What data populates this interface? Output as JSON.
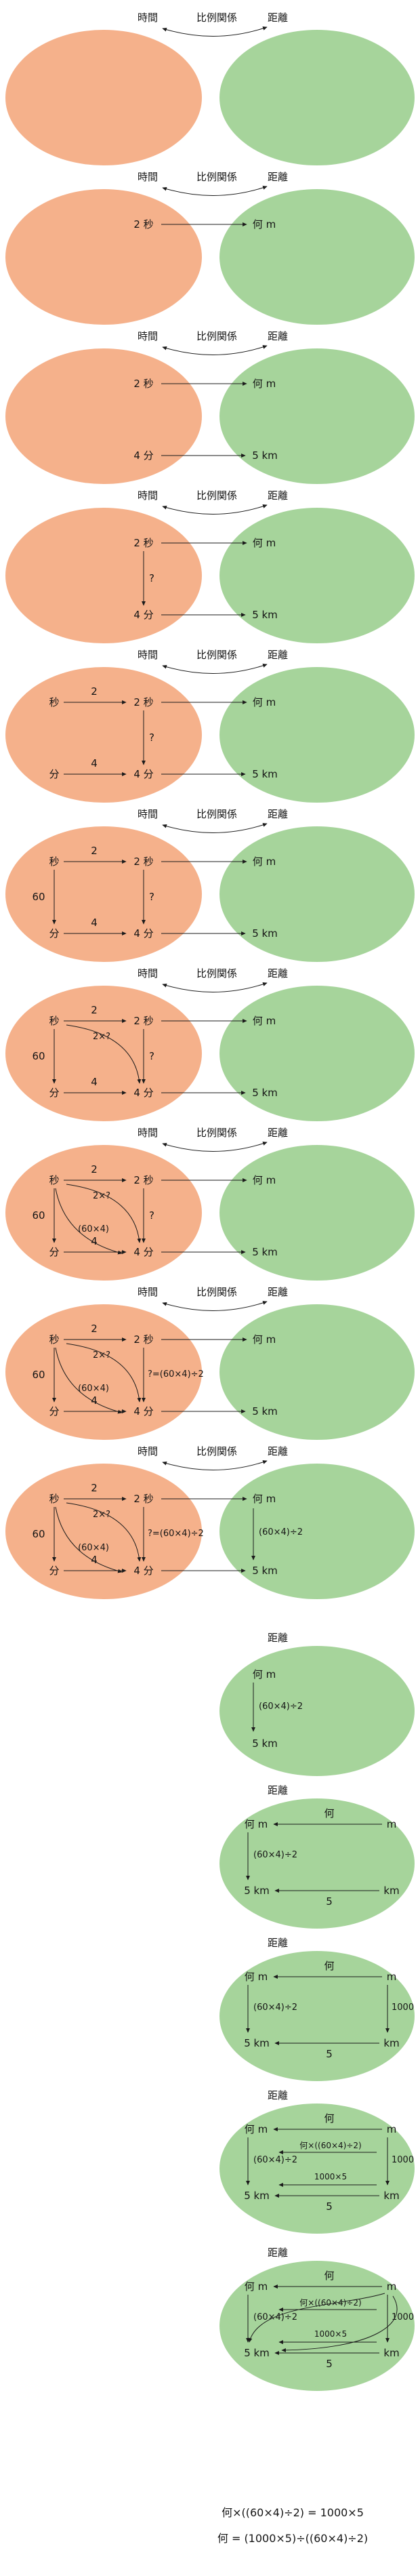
{
  "colors": {
    "time_set_fill": "#f5b18b",
    "distance_set_fill": "#a6d49b"
  },
  "headers": {
    "time": "時間",
    "relation": "比例関係",
    "distance": "距離"
  },
  "time_set": {
    "unit_seconds": "秒",
    "unit_minutes": "分",
    "two_seconds": "2 秒",
    "four_minutes": "4 分",
    "factor_2": "2",
    "factor_4": "4",
    "factor_60": "60",
    "unknown": "?",
    "unknown_solved": "?=(60×4)÷2",
    "path_via_2sec": "2×?",
    "path_via_min": "(60×4)"
  },
  "distance_set": {
    "what_meters": "何 m",
    "five_km": "5 km",
    "unit_m": "m",
    "unit_km": "km",
    "factor_what": "何",
    "factor_5": "5",
    "factor_1000": "1000",
    "conversion_factor": "(60×4)÷2",
    "left_path_product": "何×((60×4)÷2)",
    "right_path_product": "1000×5"
  },
  "equations": {
    "line1": "何×((60×4)÷2) = 1000×5",
    "line2": "何 = (1000×5)÷((60×4)÷2)"
  }
}
